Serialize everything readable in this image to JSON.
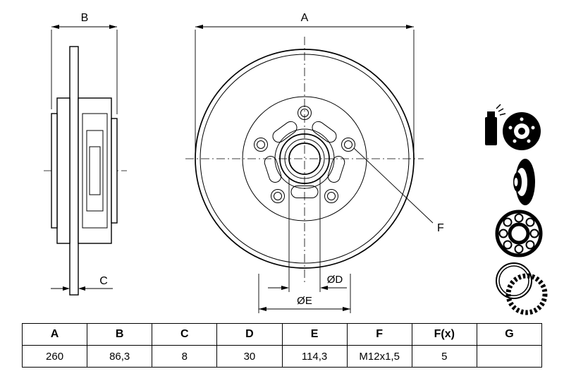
{
  "drawing": {
    "dim_labels": {
      "a": "A",
      "b": "B",
      "c": "C",
      "d": "ØD",
      "e": "ØE",
      "f": "F"
    }
  },
  "side_icons": [
    {
      "name": "mounting-paste-and-disc-icon"
    },
    {
      "name": "disc-side-view-icon"
    },
    {
      "name": "wheel-bearing-icon"
    },
    {
      "name": "abs-sensor-ring-icon"
    }
  ],
  "table": {
    "headers": [
      "A",
      "B",
      "C",
      "D",
      "E",
      "F",
      "F(x)",
      "G"
    ],
    "values": [
      "260",
      "86,3",
      "8",
      "30",
      "114,3",
      "M12x1,5",
      "5",
      ""
    ]
  },
  "colors": {
    "line": "#000000",
    "background": "#ffffff"
  }
}
